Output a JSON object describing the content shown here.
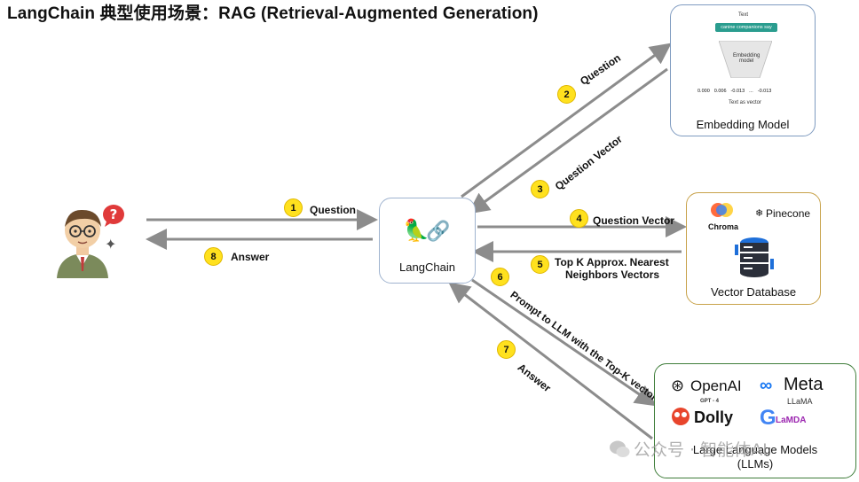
{
  "title": "LangChain 典型使用场景：RAG (Retrieval-Augmented Generation)",
  "langchain": {
    "label": "LangChain",
    "icon_names": [
      "parrot-icon",
      "chain-link-icon"
    ]
  },
  "user": {
    "icon_names": [
      "user-avatar-icon",
      "question-bubble-icon",
      "sparkle-icon"
    ]
  },
  "embedding": {
    "label": "Embedding Model",
    "text_label": "Text",
    "input_text": "canine companions say",
    "model_label": "Embedding\nmodel",
    "vector": [
      "0.000",
      "0.006",
      "-0.013",
      "...",
      "-0.013"
    ],
    "vector_caption": "Text as vector"
  },
  "vector_db": {
    "label": "Vector Database",
    "logos": [
      "Chroma",
      "Pinecone"
    ],
    "icon_names": [
      "database-icon"
    ]
  },
  "llms": {
    "label_line1": "Large Language Models",
    "label_line2": "(LLMs)",
    "logos": [
      {
        "name": "OpenAI",
        "sub": "GPT - 4"
      },
      {
        "name": "Meta",
        "sub": "LLaMA"
      },
      {
        "name": "Dolly",
        "sub": ""
      },
      {
        "name": "LaMDA",
        "sub": ""
      }
    ]
  },
  "steps": [
    {
      "num": "1",
      "label": "Question"
    },
    {
      "num": "2",
      "label": "Question"
    },
    {
      "num": "3",
      "label": "Question Vector"
    },
    {
      "num": "4",
      "label": "Question Vector"
    },
    {
      "num": "5",
      "label_line1": "Top K Approx. Nearest",
      "label_line2": "Neighbors Vectors"
    },
    {
      "num": "6",
      "label": "Prompt to LLM with the Top-K vectors"
    },
    {
      "num": "7",
      "label": "Answer"
    },
    {
      "num": "8",
      "label": "Answer"
    }
  ],
  "watermark": "公众号 · 智能体AI",
  "colors": {
    "arrow": "#8c8c8c",
    "badge": "#ffe11e",
    "box_border": "#8aa0bf",
    "llm_border": "#3f7d3a",
    "db_border": "#c8a24a"
  }
}
